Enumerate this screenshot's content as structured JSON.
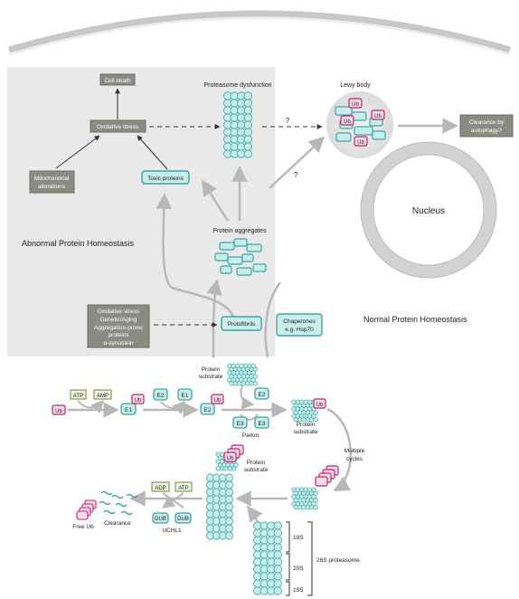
{
  "colors": {
    "teal": "#3aa6a6",
    "teal_fill": "#c9ecec",
    "magenta": "#c4226d",
    "magenta_fill": "#f7dbe8",
    "gray_box": "#8b8b83",
    "panel": "#e9e9e9",
    "arrow": "#b8b8b8",
    "dark_arrow": "#333333",
    "green_box": "#6b8a3a",
    "green_fill": "#eef3df"
  },
  "abnormal": {
    "title": "Abnormal Protein Homeostasis",
    "cell_death": "Cell death",
    "oxidative_stress": "Oxidative stress",
    "mito": [
      "Mitochondrial",
      "alterations"
    ],
    "toxic": "Toxic proteins",
    "proteasome_dysfunction": "Proteasome dysfunction",
    "aggregates": "Protein aggregates",
    "question1": "?",
    "question2": "?",
    "causes": [
      "Oxidative stress",
      "Genetic/Aging",
      "Aggregation-prone",
      "proteins",
      "α-synuclein"
    ],
    "protofibrils": "Protofibrils"
  },
  "normal": {
    "title": "Normal Protein Homeostasis",
    "chaperones": [
      "Chaperones",
      "e.g. Hsp70"
    ],
    "lewy_body": "Lewy body",
    "clearance": [
      "Clearance by",
      "autophagy?"
    ],
    "nucleus": "Nucleus"
  },
  "ups": {
    "ub": "Ub",
    "atp": "ATP",
    "amp": "AMP",
    "adp": "ADP",
    "e1": "E1",
    "e2": "E2",
    "e3": "E3",
    "protein_substrate": [
      "Protein",
      "substrate"
    ],
    "parkin": "Parkin",
    "multiple_cycles": [
      "Multiple",
      "cycles"
    ],
    "dub": "DUB",
    "uchl1": "UCHL1",
    "free_ub": "Free Ub",
    "clearance": "Clearance",
    "s19": "19S",
    "s20": "20S",
    "proteasome_26s": "26S proteasome"
  }
}
